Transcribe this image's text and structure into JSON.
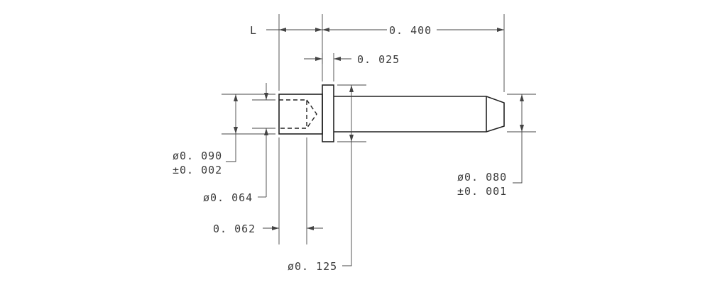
{
  "dimensions": {
    "length_label": "L",
    "overall_length": "0. 400",
    "flange_thickness": "0. 025",
    "head_diameter": "ø0. 090",
    "head_diameter_tol": "±0. 002",
    "bore_diameter": "ø0. 064",
    "bore_depth": "0. 062",
    "flange_diameter": "ø0. 125",
    "pin_diameter": "ø0. 080",
    "pin_diameter_tol": "±0. 001"
  }
}
